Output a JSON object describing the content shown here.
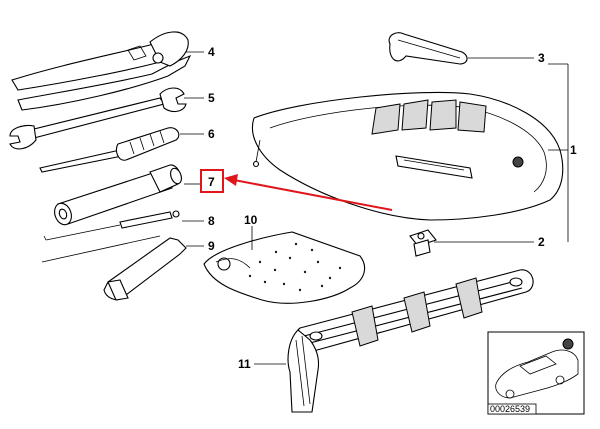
{
  "callouts": {
    "n1": "1",
    "n2": "2",
    "n3": "3",
    "n4": "4",
    "n5": "5",
    "n6": "6",
    "n7": "7",
    "n8": "8",
    "n9": "9",
    "n10": "10",
    "n11": "11"
  },
  "inset": {
    "code": "00026539"
  },
  "colors": {
    "highlight": "#e0161b",
    "line": "#000000"
  }
}
